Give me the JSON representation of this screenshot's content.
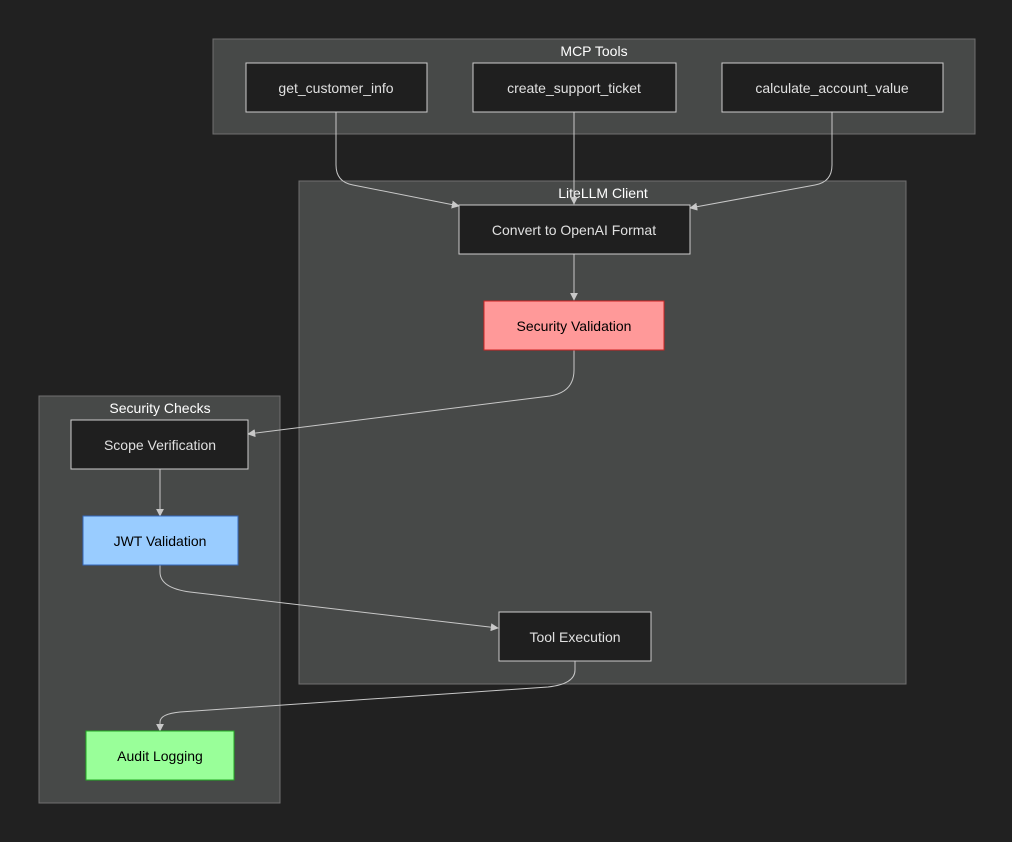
{
  "clusters": {
    "mcp_tools": {
      "label": "MCP Tools"
    },
    "litellm_client": {
      "label": "LiteLLM Client"
    },
    "security_checks": {
      "label": "Security Checks"
    }
  },
  "nodes": {
    "get_customer_info": {
      "label": "get_customer_info"
    },
    "create_support_ticket": {
      "label": "create_support_ticket"
    },
    "calculate_account_value": {
      "label": "calculate_account_value"
    },
    "convert": {
      "label": "Convert to OpenAI Format"
    },
    "security_validation": {
      "label": "Security Validation"
    },
    "scope_verification": {
      "label": "Scope Verification"
    },
    "jwt_validation": {
      "label": "JWT Validation"
    },
    "tool_execution": {
      "label": "Tool Execution"
    },
    "audit_logging": {
      "label": "Audit Logging"
    }
  },
  "edges": [
    {
      "from": "get_customer_info",
      "to": "convert"
    },
    {
      "from": "create_support_ticket",
      "to": "convert"
    },
    {
      "from": "calculate_account_value",
      "to": "convert"
    },
    {
      "from": "convert",
      "to": "security_validation"
    },
    {
      "from": "security_validation",
      "to": "scope_verification"
    },
    {
      "from": "scope_verification",
      "to": "jwt_validation"
    },
    {
      "from": "jwt_validation",
      "to": "tool_execution"
    },
    {
      "from": "tool_execution",
      "to": "audit_logging"
    }
  ],
  "colors": {
    "background": "#212121",
    "cluster_fill": "#474948",
    "default_node_fill": "#1f1f1f",
    "default_node_stroke": "#cccccc",
    "default_node_text": "#e0e0e0",
    "security_validation_fill": "#ff9999",
    "security_validation_stroke": "#cc2222",
    "jwt_validation_fill": "#99ccff",
    "jwt_validation_stroke": "#3366bb",
    "audit_logging_fill": "#99ff99",
    "audit_logging_stroke": "#22aa22",
    "edge": "#c8c8c8"
  }
}
